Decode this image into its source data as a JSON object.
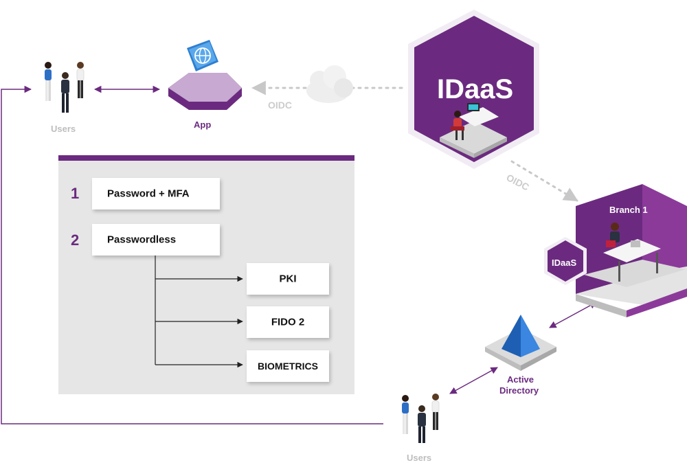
{
  "users_top": {
    "label": "Users"
  },
  "users_bottom": {
    "label": "Users"
  },
  "app": {
    "label": "App"
  },
  "idaas_main": {
    "label": "IDaaS"
  },
  "idaas_small": {
    "label": "IDaaS"
  },
  "branch": {
    "label": "Branch 1"
  },
  "active_directory": {
    "line1": "Active",
    "line2": "Directory"
  },
  "links": {
    "oidc_app": "OIDC",
    "oidc_branch": "OIDC"
  },
  "methods": [
    {
      "number": "1",
      "label": "Password + MFA"
    },
    {
      "number": "2",
      "label": "Passwordless"
    }
  ],
  "passwordless_options": [
    "PKI",
    "FIDO 2",
    "BIOMETRICS"
  ],
  "colors": {
    "purple": "#6b2a7f",
    "purple_mid": "#8b3a9a",
    "lilac": "#c7a9d1",
    "panel": "#e6e6e6",
    "gray_text": "#bdbdbd"
  }
}
